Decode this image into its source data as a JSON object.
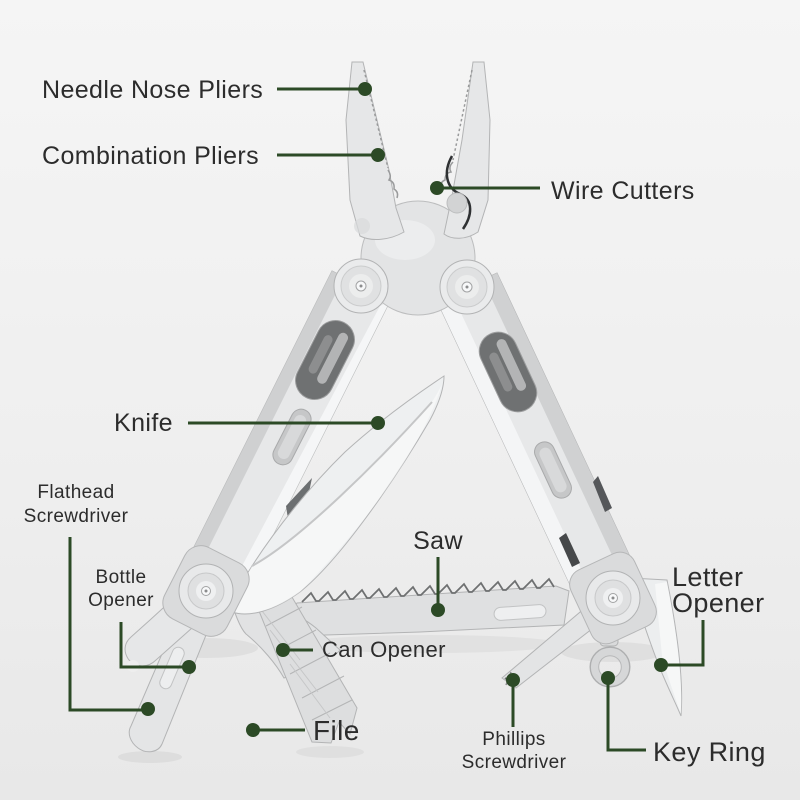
{
  "colors": {
    "leader_green": "#2c4a26",
    "label_text": "#2c2c2c",
    "background_top": "#f5f5f5",
    "background_bottom": "#e8e8e8",
    "steel_light": "#eef0f1",
    "steel_base": "#e4e5e6",
    "steel_shadow": "#9c9d9e"
  },
  "annotations": {
    "needle_nose_pliers": "Needle Nose Pliers",
    "combination_pliers": "Combination Pliers",
    "wire_cutters": "Wire Cutters",
    "knife": "Knife",
    "flathead_screwdriver": "Flathead Screwdriver",
    "bottle_opener": "Bottle Opener",
    "saw": "Saw",
    "can_opener": "Can Opener",
    "file": "File",
    "phillips_screwdriver": "Phillips Screwdriver",
    "letter_opener": "Letter Opener",
    "key_ring": "Key Ring"
  }
}
